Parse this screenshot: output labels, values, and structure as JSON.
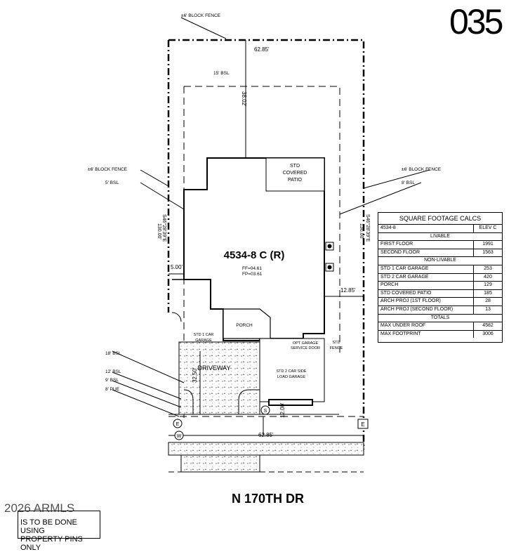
{
  "lot_number": "035",
  "plan": {
    "model": "4534-8 C (R)",
    "ff": "FF=04.61",
    "fp": "FP=03.61",
    "street": "N 170TH DR",
    "labels": {
      "block_fence_top": "±6' BLOCK FENCE",
      "bsl_15": "15' BSL",
      "block_fence_left": "±6' BLOCK FENCE",
      "bsl_5": "5' BSL",
      "block_fence_right": "±6' BLOCK FENCE",
      "bsl_8": "8' BSL",
      "bsl_18": "18' BSL",
      "bsl_12": "12' BSL",
      "bsl_9": "9' BSL",
      "pue_8": "8' PUE",
      "patio": [
        "STD",
        "COVERED",
        "PATIO"
      ],
      "porch": "PORCH",
      "garage1": [
        "STD 1 CAR",
        "GARAGE"
      ],
      "garage2": [
        "STD 2 CAR SIDE",
        "LOAD GARAGE"
      ],
      "opt_garage": [
        "OPT GARAGE",
        "SERVICE DOOR"
      ],
      "std_fence": [
        "STD",
        "FENCE"
      ],
      "driveway": "DRIVEWAY",
      "bearing_left": "S46°28'39\"E",
      "dist_left": "130.00'",
      "bearing_right": "S46°28'39\"E",
      "dist_right": "130.00'"
    },
    "dims": {
      "top_width": "62.85'",
      "rear_setback": "38.02'",
      "left_setback": "5.00'",
      "right_setback": "12.85'",
      "drive_len": "32.50'",
      "bottom_width": "62.85'",
      "front_12": "12.00'"
    },
    "markers": {
      "e_left": "E",
      "w_left": "W",
      "s": "S",
      "e_right": "E"
    }
  },
  "sqft_table": {
    "title": "SQUARE FOOTAGE CALCS",
    "header": {
      "plan": "4534-8",
      "elev": "ELEV C"
    },
    "sections": [
      {
        "name": "LIVABLE",
        "rows": [
          {
            "label": "FIRST FLOOR",
            "value": "1991"
          },
          {
            "label": "SECOND FLOOR",
            "value": "1563"
          }
        ]
      },
      {
        "name": "NON-LIVABLE",
        "rows": [
          {
            "label": "STD 1 CAR GARAGE",
            "value": "253"
          },
          {
            "label": "STD 2 CAR GARAGE",
            "value": "420"
          },
          {
            "label": "PORCH",
            "value": "129"
          },
          {
            "label": "STD COVERED PATIO",
            "value": "185"
          },
          {
            "label": "ARCH PROJ (1ST FLOOR)",
            "value": "28"
          },
          {
            "label": "ARCH PROJ (SECOND FLOOR)",
            "value": "13"
          }
        ]
      },
      {
        "name": "TOTALS",
        "rows": [
          {
            "label": "MAX UNDER ROOF",
            "value": "4582"
          },
          {
            "label": "MAX FOOTPRINT",
            "value": "3006"
          }
        ]
      }
    ]
  },
  "note": {
    "watermark": "2026 ARMLS",
    "lines": [
      "IS TO BE DONE USING",
      "PROPERTY PINS ONLY"
    ]
  }
}
